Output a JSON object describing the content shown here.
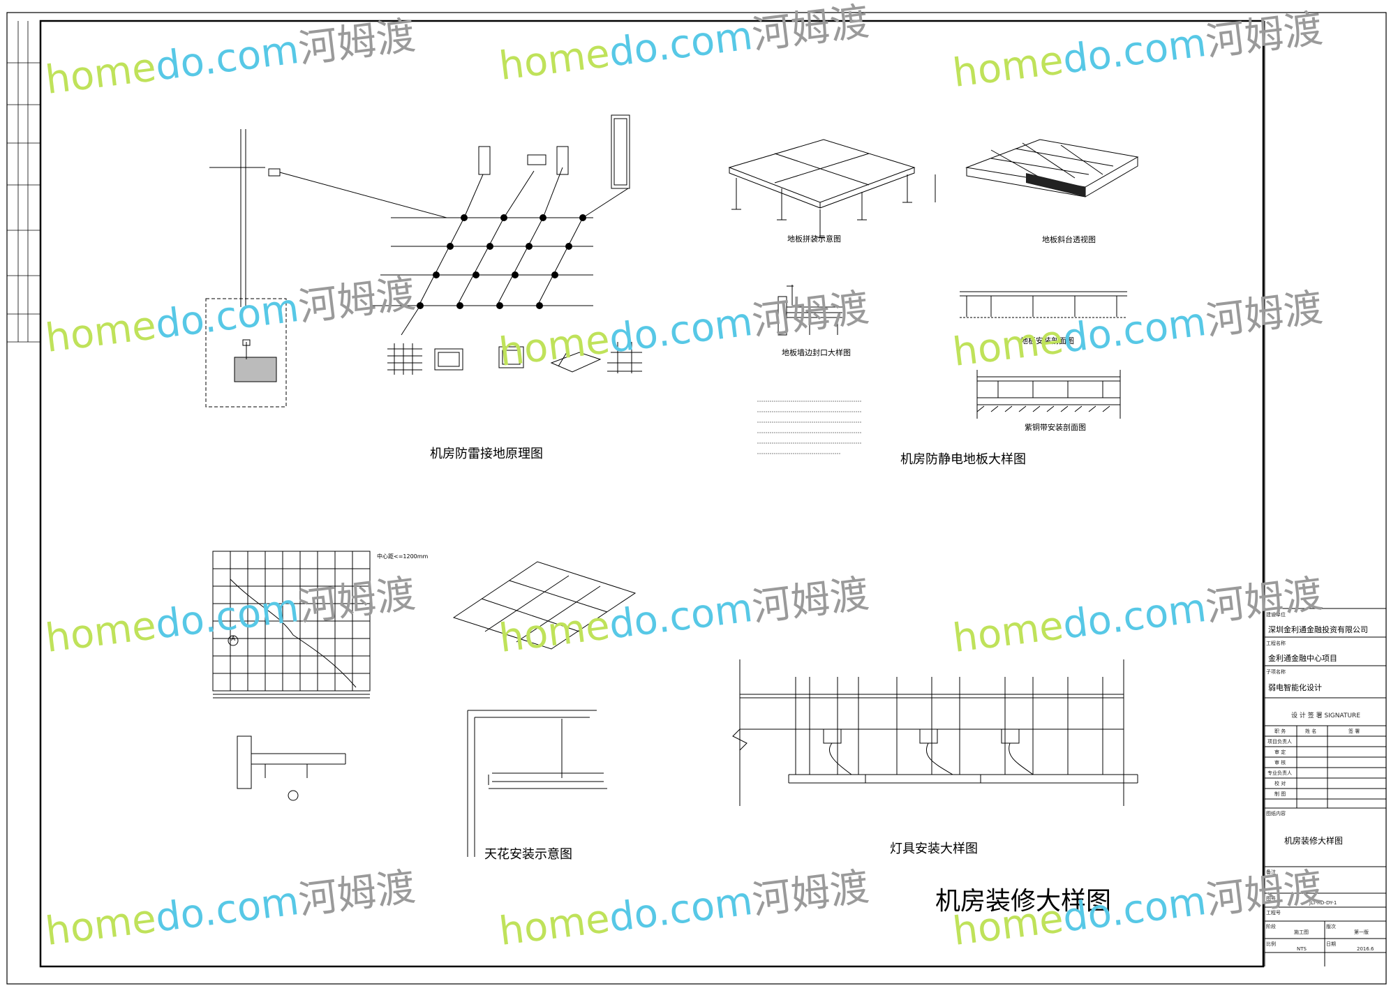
{
  "sheet_title": "机房装修大样图",
  "sections": {
    "lightning_grounding": "机房防雷接地原理图",
    "antistatic_floor": "机房防静电地板大样图",
    "ceiling_install": "天花安装示意图",
    "lamp_install": "灯具安装大样图"
  },
  "captions": {
    "floor_splice": "地板拼装示意图",
    "floor_ramp": "地板斜台透视图",
    "floor_edge": "地板墙边封口大样图",
    "floor_install_section": "地板安装剖面图",
    "copper_strip_section": "紫铜带安装剖面图",
    "spacing_note": "中心距<=1200mm",
    "detail_marker": "A"
  },
  "title_block": {
    "client_label": "建设单位",
    "client": "深圳金利通金融投资有限公司",
    "project_label": "工程名称",
    "project": "金利通金融中心项目",
    "subproject_label": "子项名称",
    "subproject": "弱电智能化设计",
    "signature_header": "设 计 签 署 SIGNATURE",
    "sig_cols": [
      "职 务",
      "姓 名",
      "签 署"
    ],
    "roles": [
      "项目负责人",
      "审 定",
      "审 核",
      "专业负责人",
      "校 对",
      "制 图"
    ],
    "drawing_name_label": "图纸内容",
    "drawing_name": "机房装修大样图",
    "notes_label": "备注",
    "drawing_no_label": "图号",
    "drawing_no": "JLT-RD-DY-1",
    "job_no_label": "工程号",
    "stage_label": "阶段",
    "stage": "施工图",
    "version_label": "版次",
    "version": "第一版",
    "scale_label": "比例",
    "scale": "NTS",
    "date_label": "日期",
    "date": "2016.6"
  },
  "watermark": {
    "part1": "home",
    "part2": "do",
    "part3": ".com",
    "part4": "河姆渡"
  },
  "colors": {
    "line": "#000000",
    "watermark_green": "#bfe25a",
    "watermark_blue": "#57c8e6",
    "watermark_gray": "#9a9a9a"
  }
}
